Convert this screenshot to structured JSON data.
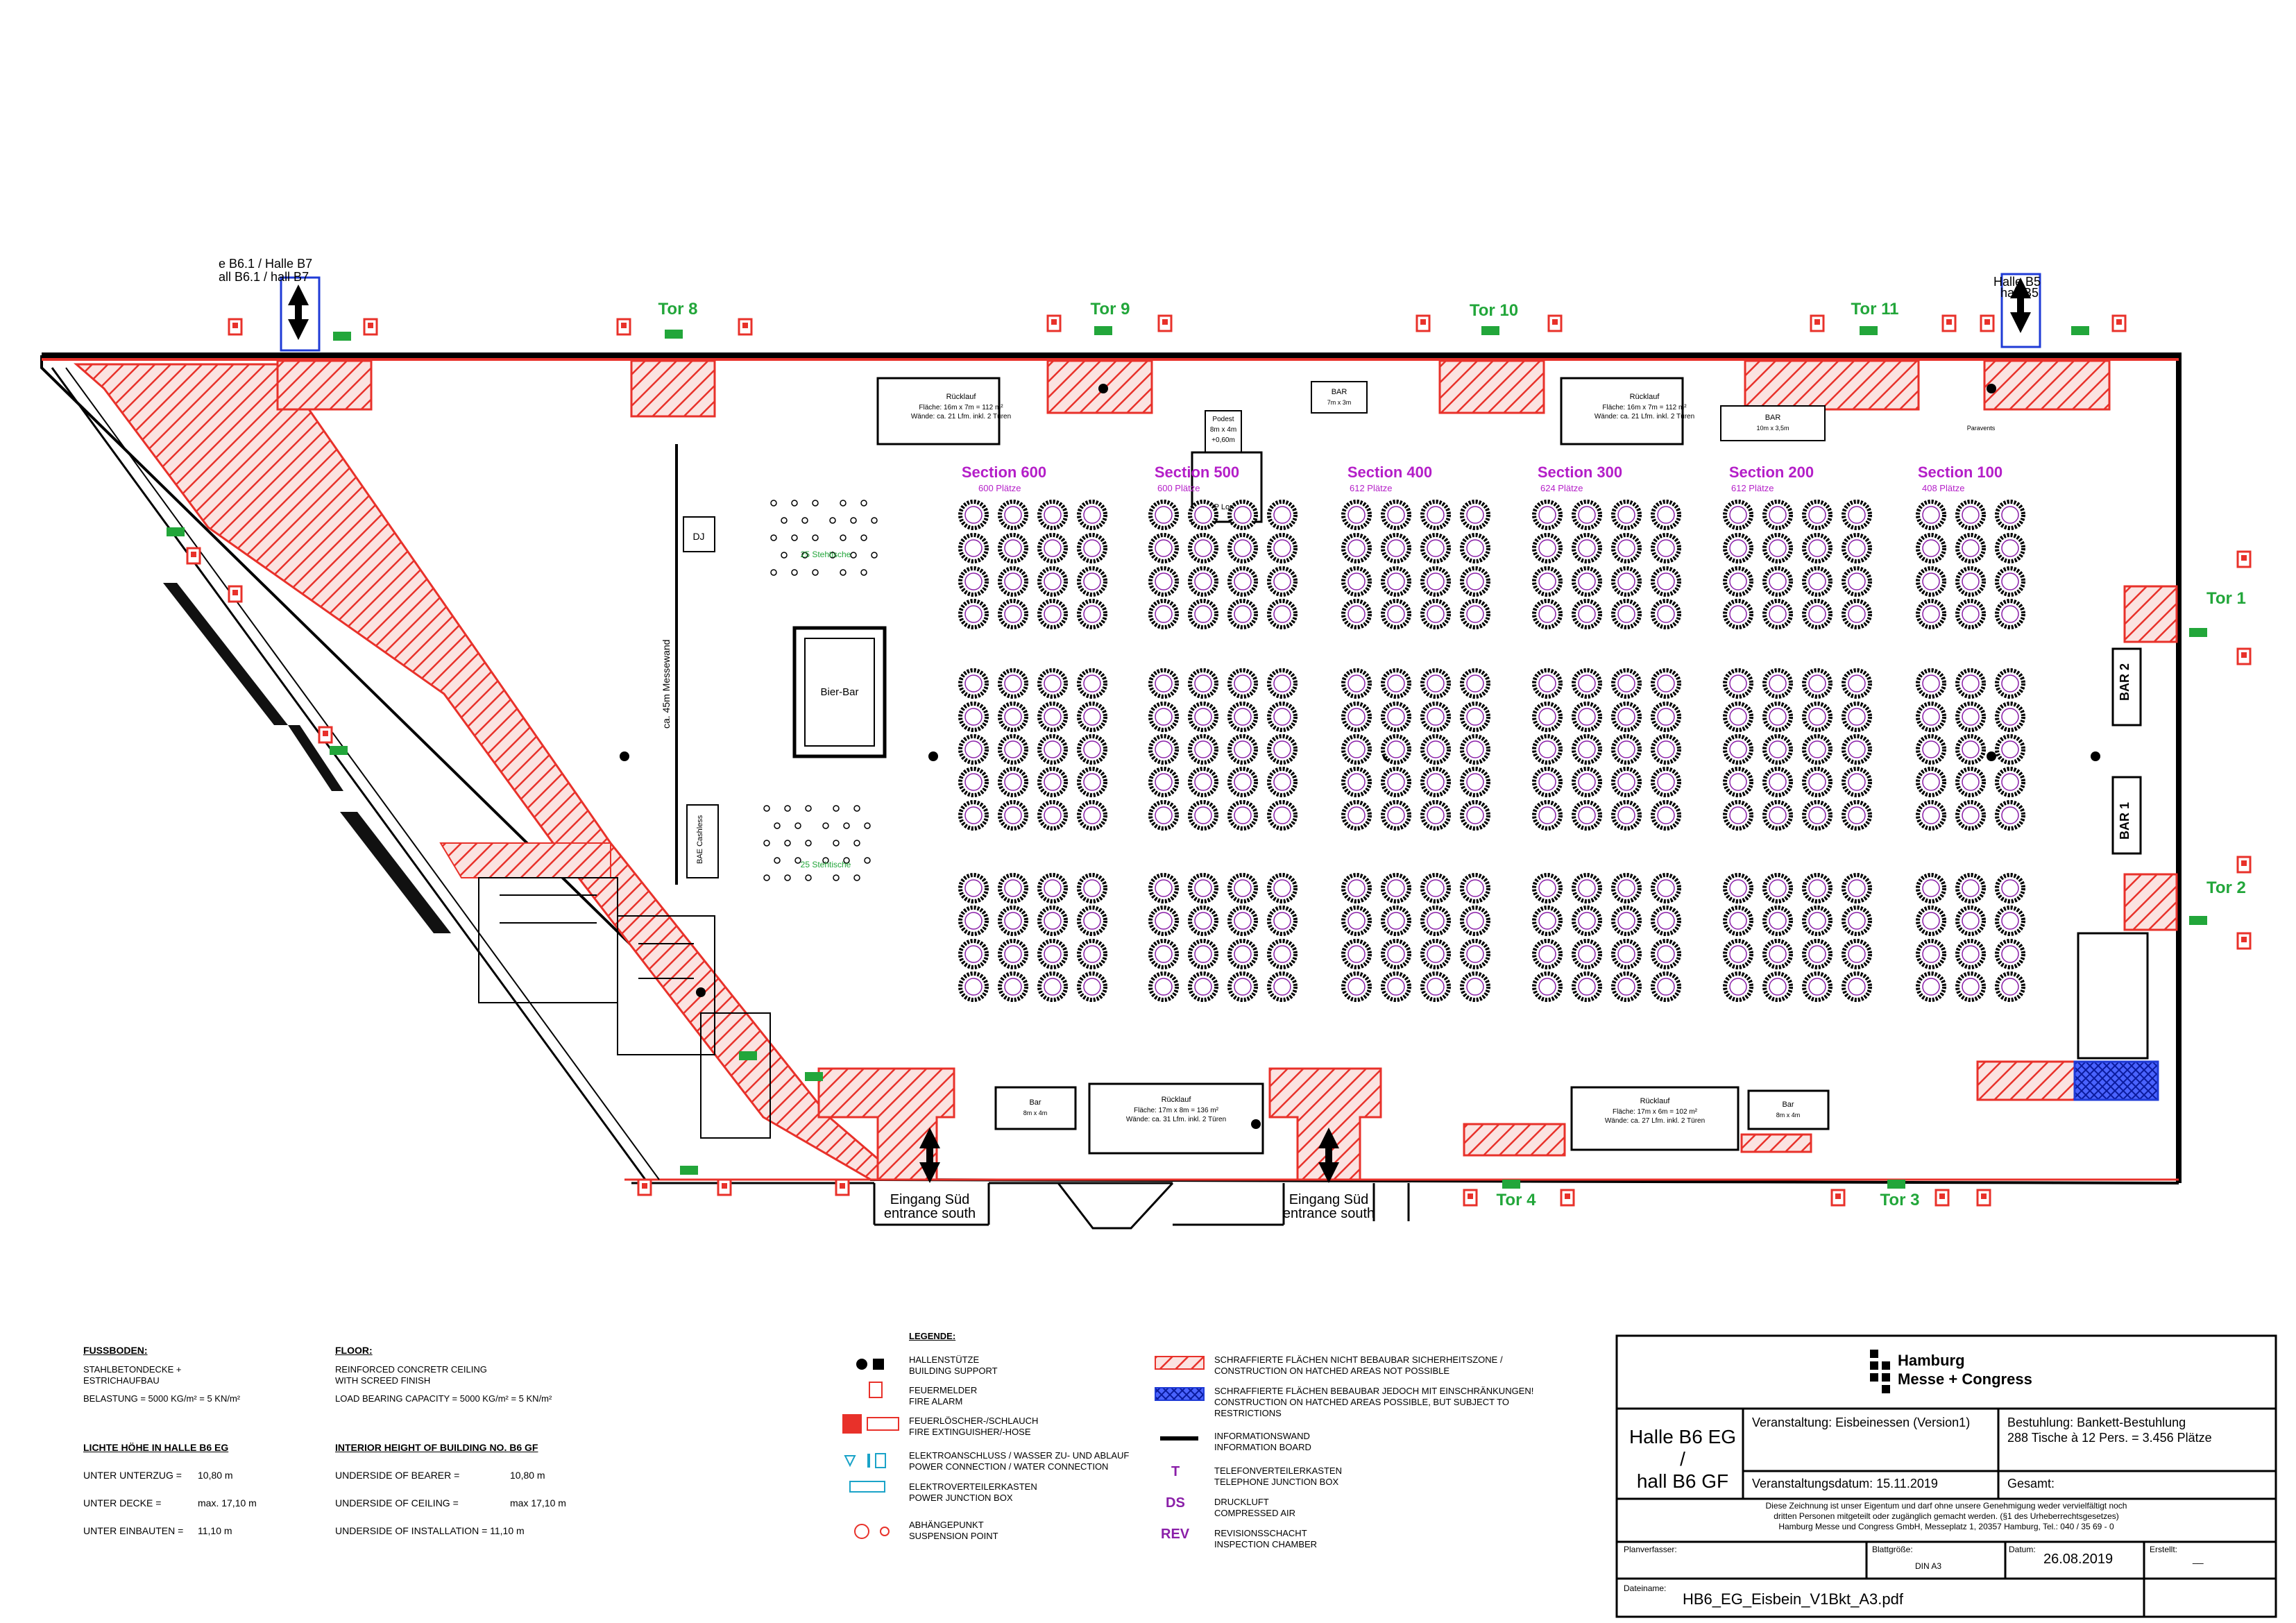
{
  "plan": {
    "neighbors": {
      "west_top_1": "e B6.1 / Halle B7",
      "west_top_2": "all B6.1 / hall B7",
      "east_top_1": "Halle B5",
      "east_top_2": "hall B5"
    },
    "gates_top": [
      "Tor 8",
      "Tor 9",
      "Tor 10",
      "Tor 11"
    ],
    "gates_right": [
      "Tor 1",
      "Tor 2"
    ],
    "gates_bottom": [
      "Tor 4",
      "Tor 3"
    ],
    "entrances": {
      "line1": "Eingang Süd",
      "line2": "entrance south"
    },
    "sections": [
      {
        "name": "Section 600",
        "seats": "600 Plätze"
      },
      {
        "name": "Section 500",
        "seats": "600 Plätze"
      },
      {
        "name": "Section 400",
        "seats": "612 Plätze"
      },
      {
        "name": "Section 300",
        "seats": "624 Plätze"
      },
      {
        "name": "Section 200",
        "seats": "612 Plätze"
      },
      {
        "name": "Section 100",
        "seats": "408 Plätze"
      }
    ],
    "labels": {
      "dj": "DJ",
      "bier_bar": "Bier-Bar",
      "messewand": "ca. 45m Messewand",
      "stehtische_top": "25 Stehtische",
      "stehtische_bottom": "25 Stehtische",
      "podest_1": "Podest",
      "podest_2": "8m x 4m",
      "podest_3": "+0,60m",
      "vip_lounge": "VIP Lounge",
      "bar_top_1": "BAR",
      "bar_top_1_size": "7m x 3m",
      "bar_top_2": "BAR",
      "bar_top_2_size": "10m x 3,5m",
      "bar_right_2": "BAR 2",
      "bar_right_1": "BAR 1",
      "bar_bottom_1": "Bar",
      "bar_bottom_1_size": "8m x 4m",
      "bar_bottom_2": "Bar",
      "bar_bottom_2_size": "8m x 4m",
      "rueckl_1": "Rücklauf",
      "rueckl_1_a": "Fläche: 16m x 7m = 112 m²",
      "rueckl_1_b": "Wände: ca. 21 Lfm. inkl. 2 Türen",
      "rueckl_2": "Rücklauf",
      "rueckl_2_a": "Fläche: 16m x 7m = 112 m²",
      "rueckl_2_b": "Wände: ca. 21 Lfm. inkl. 2 Türen",
      "rueckl_3": "Rücklauf",
      "rueckl_3_a": "Fläche: 17m x 8m = 136 m²",
      "rueckl_3_b": "Wände: ca. 31 Lfm. inkl. 2 Türen",
      "rueckl_4": "Rücklauf",
      "rueckl_4_a": "Fläche: 17m x 6m = 102 m²",
      "rueckl_4_b": "Wände: ca. 27 Lfm. inkl. 2 Türen",
      "paravents": "Paravents",
      "bae_cashless": "BAE Cashless"
    }
  },
  "info": {
    "fussboden_title": "FUSSBODEN:",
    "fussboden_1": "STAHLBETONDECKE +",
    "fussboden_2": "ESTRICHAUFBAU",
    "fussboden_3": "BELASTUNG = 5000 KG/m² = 5 KN/m²",
    "floor_title": "FLOOR:",
    "floor_1": "REINFORCED CONCRETR CEILING",
    "floor_2": "WITH SCREED FINISH",
    "floor_3": "LOAD BEARING CAPACITY = 5000 KG/m² = 5 KN/m²",
    "hoehe_title": "LICHTE HÖHE IN HALLE B6 EG",
    "height_title": "INTERIOR HEIGHT OF BUILDING NO. B6 GF",
    "de_rows": [
      {
        "label": "UNTER UNTERZUG =",
        "value": "10,80 m"
      },
      {
        "label": "UNTER DECKE =",
        "value": "max. 17,10 m"
      },
      {
        "label": "UNTER EINBAUTEN =",
        "value": "11,10 m"
      }
    ],
    "en_rows": [
      {
        "label": "UNDERSIDE OF BEARER =",
        "value": "10,80 m"
      },
      {
        "label": "UNDERSIDE OF CEILING =",
        "value": "max 17,10 m"
      },
      {
        "label": "UNDERSIDE OF INSTALLATION = 11,10 m",
        "value": ""
      }
    ]
  },
  "legend": {
    "title": "LEGENDE:",
    "items_left": [
      {
        "de": "HALLENSTÜTZE",
        "en": "BUILDING SUPPORT"
      },
      {
        "de": "FEUERMELDER",
        "en": "FIRE ALARM"
      },
      {
        "de": "FEUERLÖSCHER-/SCHLAUCH",
        "en": "FIRE EXTINGUISHER/-HOSE"
      },
      {
        "de": "ELEKTROANSCHLUSS / WASSER ZU- UND ABLAUF",
        "en": "POWER CONNECTION / WATER CONNECTION"
      },
      {
        "de": "ELEKTROVERTEILERKASTEN",
        "en": "POWER JUNCTION BOX"
      },
      {
        "de": "ABHÄNGEPUNKT",
        "en": "SUSPENSION POINT"
      }
    ],
    "items_right": [
      {
        "symbol": "",
        "de": "SCHRAFFIERTE FLÄCHEN NICHT BEBAUBAR SICHERHEITSZONE /",
        "en": "CONSTRUCTION ON HATCHED AREAS NOT POSSIBLE"
      },
      {
        "symbol": "",
        "de": "SCHRAFFIERTE FLÄCHEN BEBAUBAR JEDOCH MIT EINSCHRÄNKUNGEN!",
        "en": "CONSTRUCTION ON HATCHED AREAS POSSIBLE, BUT SUBJECT TO RESTRICTIONS"
      },
      {
        "symbol": "",
        "de": "INFORMATIONSWAND",
        "en": "INFORMATION BOARD"
      },
      {
        "symbol": "T",
        "de": "TELEFONVERTEILERKASTEN",
        "en": "TELEPHONE JUNCTION BOX"
      },
      {
        "symbol": "DS",
        "de": "DRUCKLUFT",
        "en": "COMPRESSED AIR"
      },
      {
        "symbol": "REV",
        "de": "REVISIONSSCHACHT",
        "en": "INSPECTION CHAMBER"
      }
    ]
  },
  "titleblock": {
    "logo_1": "Hamburg",
    "logo_2": "Messe + Congress",
    "hall_1": "Halle B6 EG /",
    "hall_2": "hall B6 GF",
    "event": "Veranstaltung: Eisbeinessen (Version1)",
    "event_date": "Veranstaltungsdatum: 15.11.2019",
    "seating_1": "Bestuhlung: Bankett-Bestuhlung",
    "seating_2": "288 Tische à 12 Pers. = 3.456 Plätze",
    "total": "Gesamt:",
    "notice_1": "Diese Zeichnung ist unser Eigentum und darf ohne unsere Genehmigung weder vervielfältigt noch",
    "notice_2": "dritten Personen mitgeteilt oder zugänglich gemacht werden. (§1 des Urheberrechtsgesetzes)",
    "notice_3": "Hamburg Messe und Congress GmbH, Messeplatz 1, 20357 Hamburg, Tel.: 040 / 35 69 - 0",
    "planverfasser": "Planverfasser:",
    "blattgroesse": "Blattgröße:",
    "blattgroesse_val": "DIN A3",
    "datum": "Datum:",
    "datum_val": "26.08.2019",
    "erstellt": "Erstellt:",
    "erstellt_val": "__",
    "dateiname": "Dateiname:",
    "dateiname_val": "HB6_EG_Eisbein_V1Bkt_A3.pdf"
  },
  "colors": {
    "hatch_red": "#e8312a",
    "hatch_blue": "#1f3bd6",
    "section_purple": "#b41ec8",
    "gate_green": "#22a63a",
    "table_purple": "#8a1fa8"
  }
}
